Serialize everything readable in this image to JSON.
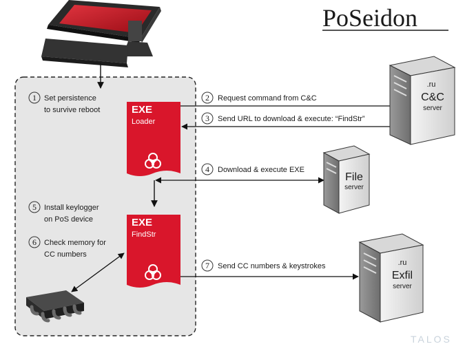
{
  "title": "PoSeidon",
  "watermark": "TALOS",
  "steps": {
    "s1": {
      "num": "1",
      "line1": "Set persistence",
      "line2": "to survive reboot"
    },
    "s2": {
      "num": "2",
      "text": "Request command from C&C"
    },
    "s3": {
      "num": "3",
      "text": "Send URL to download & execute: “FindStr”"
    },
    "s4": {
      "num": "4",
      "text": "Download & execute EXE"
    },
    "s5": {
      "num": "5",
      "line1": "Install keylogger",
      "line2": "on PoS device"
    },
    "s6": {
      "num": "6",
      "line1": "Check memory for",
      "line2": "CC numbers"
    },
    "s7": {
      "num": "7",
      "text": "Send CC numbers & keystrokes"
    }
  },
  "exe_loader": {
    "type": "EXE",
    "name": "Loader"
  },
  "exe_findstr": {
    "type": "EXE",
    "name": "FindStr"
  },
  "servers": {
    "cc": {
      "top": ".ru",
      "main": "C&C",
      "sub": "server"
    },
    "file": {
      "main": "File",
      "sub": "server"
    },
    "exfil": {
      "top": ".ru",
      "main": "Exfil",
      "sub": "server"
    }
  },
  "colors": {
    "exe_red": "#d9162b",
    "dashed_box": "#e6e6e6",
    "pos_screen": "#c4121f"
  },
  "icons": [
    "pos-terminal-icon",
    "biohazard-icon",
    "server-icon",
    "memory-chip-icon"
  ]
}
